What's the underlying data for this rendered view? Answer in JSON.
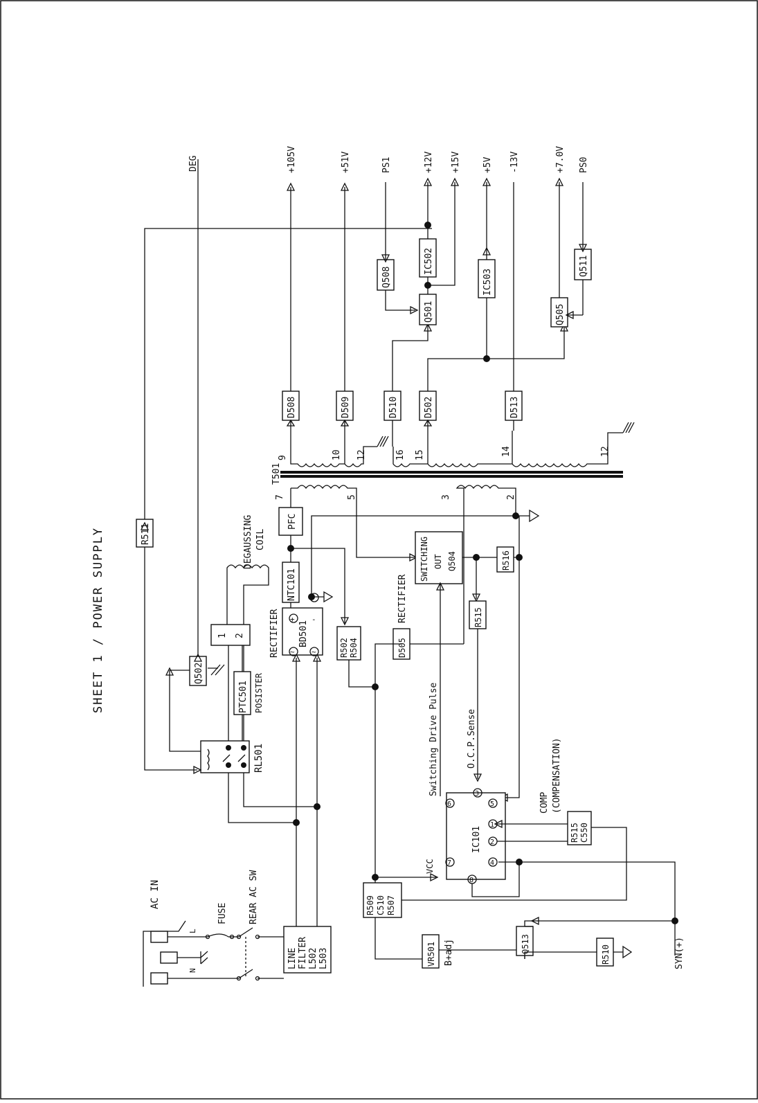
{
  "sheet": {
    "title": "SHEET 1 / POWER SUPPLY"
  },
  "outputs": [
    {
      "id": "out-105v",
      "label": "+105V"
    },
    {
      "id": "out-51v",
      "label": "+51V"
    },
    {
      "id": "in-ps1",
      "label": "PS1"
    },
    {
      "id": "out-12v",
      "label": "+12V"
    },
    {
      "id": "out-15v",
      "label": "+15V"
    },
    {
      "id": "out-5v",
      "label": "+5V"
    },
    {
      "id": "out-m13v",
      "label": "-13V"
    },
    {
      "id": "out-7v",
      "label": "+7.0V"
    },
    {
      "id": "in-ps0",
      "label": "PS0"
    }
  ],
  "signals": {
    "deg": "DEG",
    "syn": "SYN(+)",
    "ac_in": "AC IN",
    "fuse": "FUSE",
    "rear_sw": "REAR AC SW",
    "ac_l": "L",
    "ac_n": "N",
    "degaussing": "DEGAUSSING",
    "coil": "COIL",
    "posister": "POSISTER",
    "rectifier_main": "RECTIFIER",
    "rectifier_aux": "RECTIFIER",
    "switching_drive": "Switching Drive Pulse",
    "ocp_sense": "O.C.P.Sense",
    "comp": "COMP",
    "compensation": "(COMPENSATION)",
    "vcc": "VCC",
    "badj": "B+adj",
    "t501": "T501"
  },
  "components": {
    "r511": "R511",
    "q502": "Q502",
    "ptc501": "PTC501",
    "rl501": "RL501",
    "bd501": "BD501",
    "ntc101": "NTC101",
    "pfc": "PFC",
    "r502": "R502",
    "r504": "R504",
    "d505": "D505",
    "sw_line1": "SWITCHING",
    "sw_line2": "OUT",
    "sw_line3": "Q504",
    "r516": "R516",
    "r515_top": "R515",
    "ic101": "IC101",
    "r515_bot": "R515",
    "c550": "C550",
    "r509": "R509",
    "c510": "C510",
    "r507": "R507",
    "vr501": "VR501",
    "q513": "Q513",
    "r510": "R510",
    "lf_line1": "LINE",
    "lf_line2": "FILTER",
    "lf_line3": "L502",
    "lf_line4": "L503",
    "d508": "D508",
    "d509": "D509",
    "d510": "D510",
    "d502": "D502",
    "d513": "D513",
    "q508": "Q508",
    "q501": "Q501",
    "ic502": "IC502",
    "ic503": "IC503",
    "q505": "Q505",
    "q511": "Q511",
    "posister_1": "1",
    "posister_2": "2"
  },
  "pins": {
    "t_9": "9",
    "t_10": "10",
    "t_12a": "12",
    "t_16": "16",
    "t_15": "15",
    "t_14": "14",
    "t_12b": "12",
    "t_7": "7",
    "t_5": "5",
    "t_3": "3",
    "t_2": "2",
    "ic_3": "3",
    "ic_6": "6",
    "ic_5": "5",
    "ic_1": "1",
    "ic_2": "2",
    "ic_4": "4",
    "ic_7": "7",
    "ic_8": "8",
    "bd_plus": "+",
    "bd_minus": "-",
    "bd_ac1": "~",
    "bd_ac2": "~"
  }
}
